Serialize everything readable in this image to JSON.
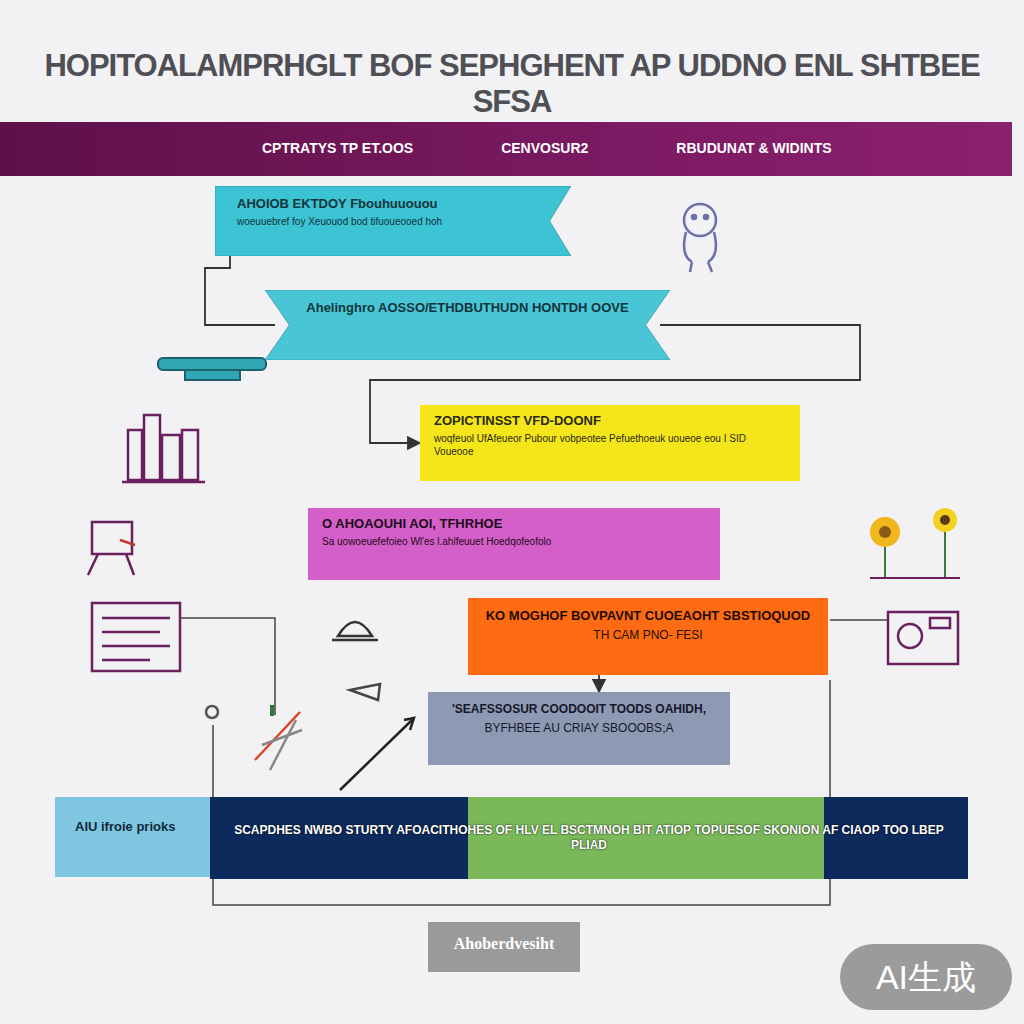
{
  "diagram": {
    "title": "HOPITOALAMPRHGLT BOF SEPHGHENT AP UDDNO ENL SHTBEE SFSA",
    "nodes": [
      {
        "text": [
          "CPTRATYS TP ET.OOS",
          "CENVOSUR2",
          "RBUDUNAT & WIDINTS"
        ]
      },
      {
        "text": [
          "AHOIOB EKTDOY Fbouhuuouou",
          "woeuuebref foy Xeuouod bod tifuoueooed hoh"
        ]
      },
      {
        "text": [
          "Ahelinghro AOSSO/ETHDBUTHUDN HONTDH OOVE"
        ]
      },
      {
        "text": [
          "ZOPICTINSST VFD-DOONF",
          "woqfeuol UfAfeueor Pubour vobpeotee Pefuethoeuk uoueoe eou I SID Voueooe"
        ]
      },
      {
        "text": [
          "O AHOAOUHI AOI, TFHRHOE",
          "Sa uowoeuefefoieo Wl'es l.ahlfeuuet Hoedqofeofolo"
        ]
      },
      {
        "text": [
          "KO MOGHOF BOVPAVNT CUOEAOHT SBSTIOQUOD",
          "TH CAM PNO- FESI"
        ]
      },
      {
        "text": [
          "'SEAFSSOSUR COODOOIT TOODS OAHIDH,",
          "BYFHBEE AU CRIAY SBOOOBS;A"
        ]
      },
      {
        "text": [
          "AIU ifroie prioks"
        ]
      },
      {
        "text": [
          "SCAPDHES NWBO STURTY AFOACITHOHES OF HLV EL BSCTMNOH BIT ATIOP TOPUESOF SKONION AF CIAOP TOO LBEP PLIAD"
        ]
      },
      {
        "text": [
          "Ahoberdvesiht"
        ]
      }
    ],
    "edges": [
      {
        "from": 1,
        "to": 2,
        "arrow": "none"
      },
      {
        "from": 2,
        "to": 3,
        "arrow": "to"
      },
      {
        "from": 5,
        "to": 6,
        "arrow": "to"
      }
    ],
    "labels": [
      "AI生成"
    ]
  }
}
